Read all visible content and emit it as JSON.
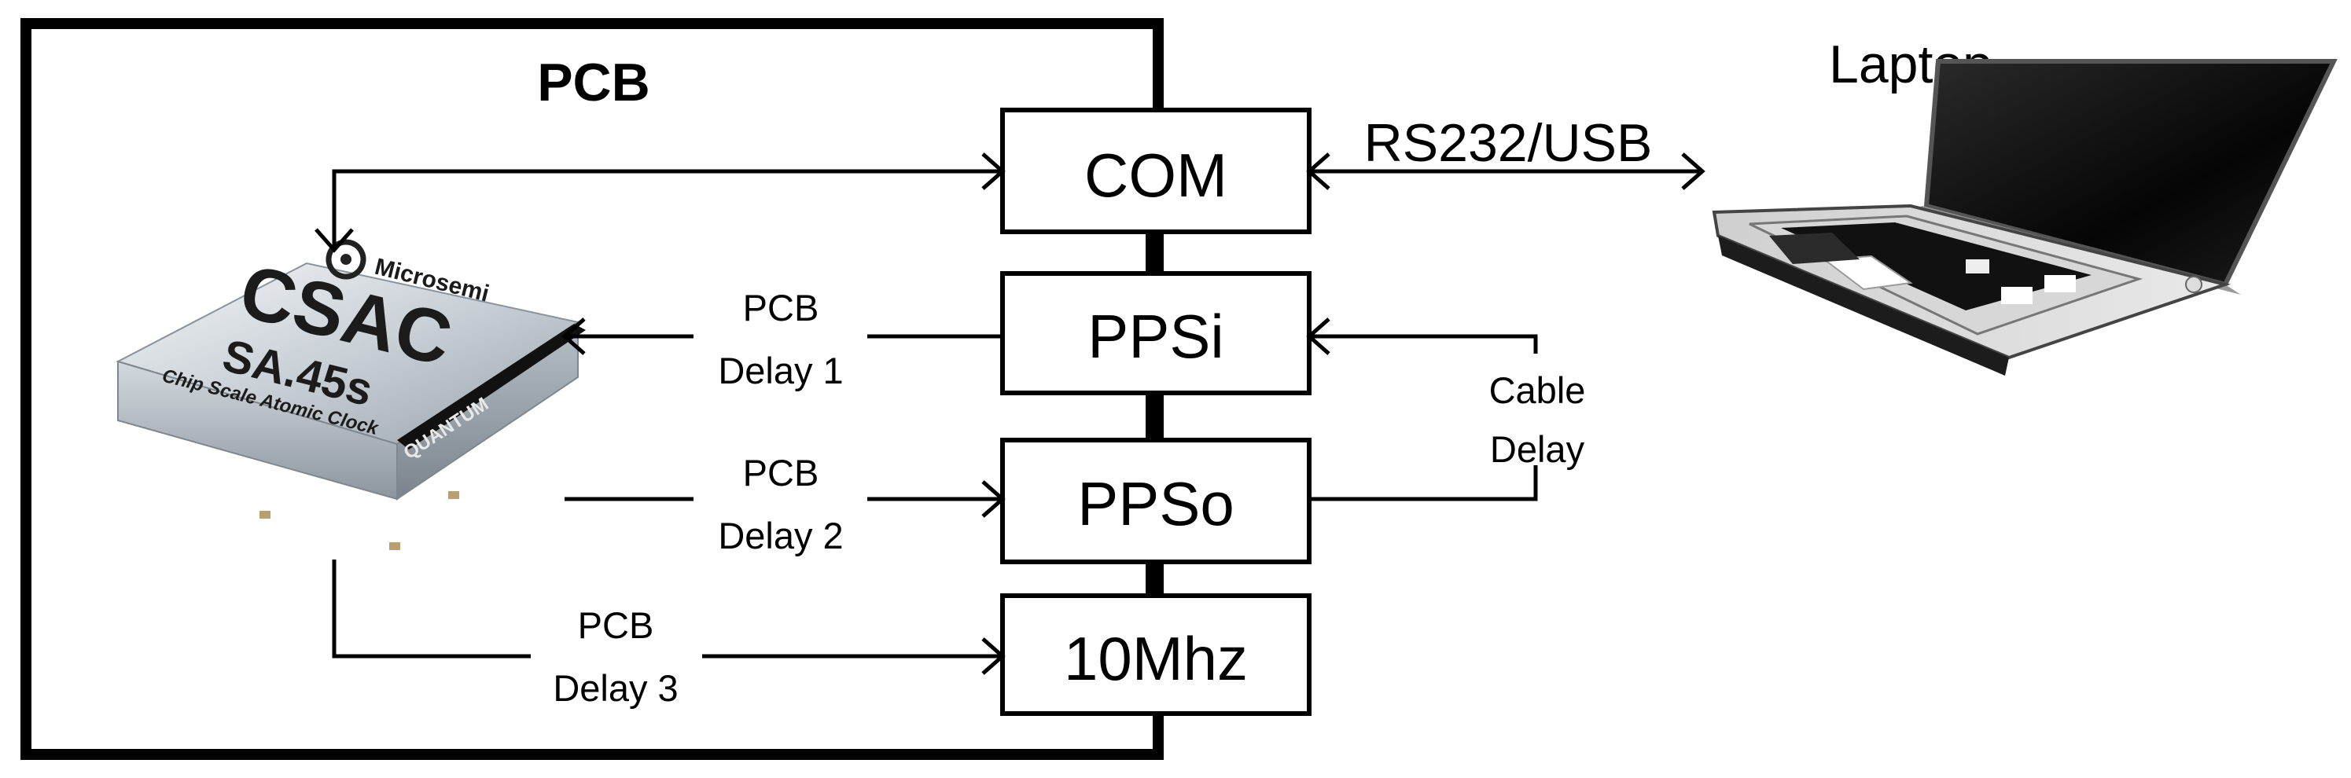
{
  "pcb": {
    "title": "PCB"
  },
  "blocks": {
    "com": "COM",
    "ppsi": "PPSi",
    "ppso": "PPSo",
    "tenmhz": "10Mhz"
  },
  "delays": {
    "pcb_delay_1": [
      "PCB",
      "Delay 1"
    ],
    "pcb_delay_2": [
      "PCB",
      "Delay 2"
    ],
    "pcb_delay_3": [
      "PCB",
      "Delay 3"
    ],
    "cable_delay": [
      "Cable",
      "Delay"
    ]
  },
  "link": {
    "label": "RS232/USB"
  },
  "laptop": {
    "label": "Laptop"
  },
  "chip": {
    "brand": "Microsemi",
    "name": "CSAC",
    "model": "SA.45s",
    "subtitle": "Chip Scale Atomic Clock",
    "side_text": "QUANTUM"
  },
  "colors": {
    "line": "#000000",
    "background": "#ffffff"
  }
}
